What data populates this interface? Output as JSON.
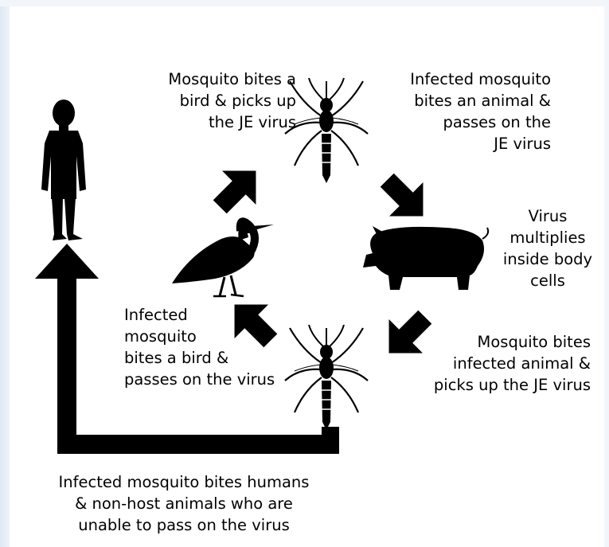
{
  "labels": {
    "bird_pickup": "Mosquito bites a\nbird & picks up\nthe JE virus",
    "animal_pass": "Infected mosquito\nbites an animal &\npasses on the\nJE virus",
    "virus_multiplies": "Virus\nmultiplies\ninside body\ncells",
    "animal_pickup": "Mosquito bites\ninfected animal &\npicks up the JE virus",
    "bird_pass": "Infected\nmosquito\nbites a bird &\npasses on the virus",
    "human_dead_end": "Infected mosquito bites humans\n& non-host animals who are\nunable to pass on the virus"
  },
  "icons": [
    "human-icon",
    "mosquito-icon",
    "pig-icon",
    "heron-icon",
    "arrow-icon"
  ],
  "colors": {
    "ink": "#000000",
    "background": "#ffffff",
    "frame": "#dfe8f4"
  }
}
